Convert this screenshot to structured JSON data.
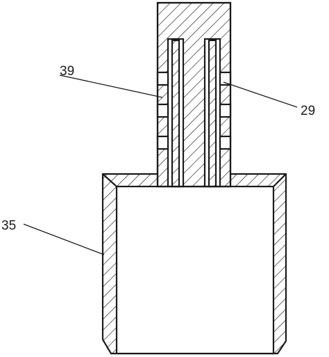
{
  "labels": {
    "label_39": "39",
    "label_29": "29",
    "label_35": "35"
  },
  "colors": {
    "line": "#1a1a1a",
    "background": "#ffffff"
  }
}
